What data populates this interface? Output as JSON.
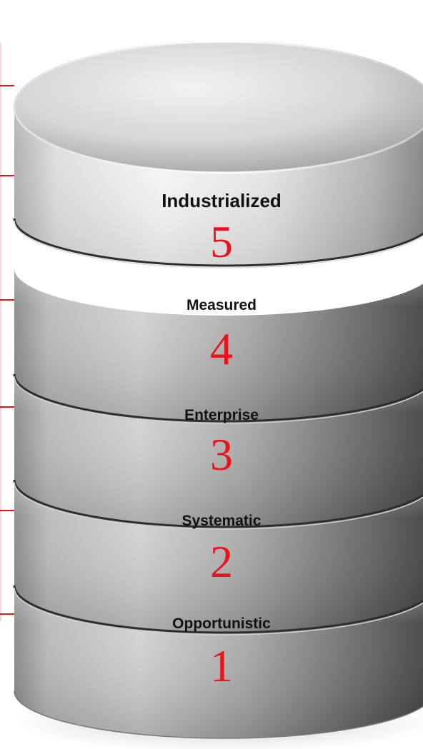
{
  "diagram": {
    "levels": [
      {
        "id": "level-5",
        "name": "Industrialized",
        "number": "5"
      },
      {
        "id": "level-4",
        "name": "Measured",
        "number": "4"
      },
      {
        "id": "level-3",
        "name": "Enterprise",
        "number": "3"
      },
      {
        "id": "level-2",
        "name": "Systematic",
        "number": "2"
      },
      {
        "id": "level-1",
        "name": "Opportunistic",
        "number": "1"
      }
    ],
    "colors": {
      "number_text": "#e8141c",
      "connector_lines": "#e8141c",
      "label_text": "#111111",
      "band_light": "#f4f4f4",
      "band_dark": "#4a4a4a"
    }
  }
}
